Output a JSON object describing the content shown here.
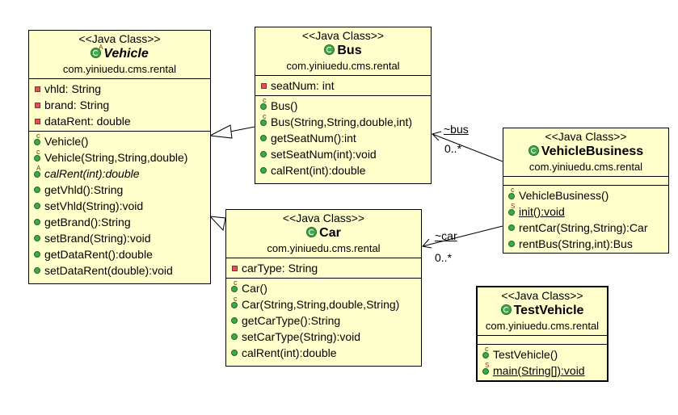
{
  "stereotype": "<<Java Class>>",
  "classes": {
    "vehicle": {
      "name": "Vehicle",
      "package": "com.yiniuedu.cms.rental",
      "fields": [
        "vhld: String",
        "brand: String",
        "dataRent: double"
      ],
      "methods": [
        "Vehicle()",
        "Vehicle(String,String,double)",
        "calRent(int):double",
        "getVhld():String",
        "setVhld(String):void",
        "getBrand():String",
        "setBrand(String):void",
        "getDataRent():double",
        "setDataRent(double):void"
      ]
    },
    "bus": {
      "name": "Bus",
      "package": "com.yiniuedu.cms.rental",
      "fields": [
        "seatNum: int"
      ],
      "methods": [
        "Bus()",
        "Bus(String,String,double,int)",
        "getSeatNum():int",
        "setSeatNum(int):void",
        "calRent(int):double"
      ]
    },
    "car": {
      "name": "Car",
      "package": "com.yiniuedu.cms.rental",
      "fields": [
        "carType: String"
      ],
      "methods": [
        "Car()",
        "Car(String,String,double,String)",
        "getCarType():String",
        "setCarType(String):void",
        "calRent(int):double"
      ]
    },
    "vehicle_business": {
      "name": "VehicleBusiness",
      "package": "com.yiniuedu.cms.rental",
      "fields": [],
      "methods": [
        "VehicleBusiness()",
        "init():void",
        "rentCar(String,String):Car",
        "rentBus(String,int):Bus"
      ]
    },
    "test_vehicle": {
      "name": "TestVehicle",
      "package": "com.yiniuedu.cms.rental",
      "fields": [],
      "methods": [
        "TestVehicle()",
        "main(String[]):void"
      ]
    }
  },
  "associations": {
    "bus": {
      "role": "~bus",
      "multiplicity": "0..*"
    },
    "car": {
      "role": "~car",
      "multiplicity": "0..*"
    }
  },
  "colors": {
    "class_fill": "#ffffcc",
    "border": "#000000",
    "icon_green": "#3fa84a",
    "field_red": "#e05060"
  }
}
